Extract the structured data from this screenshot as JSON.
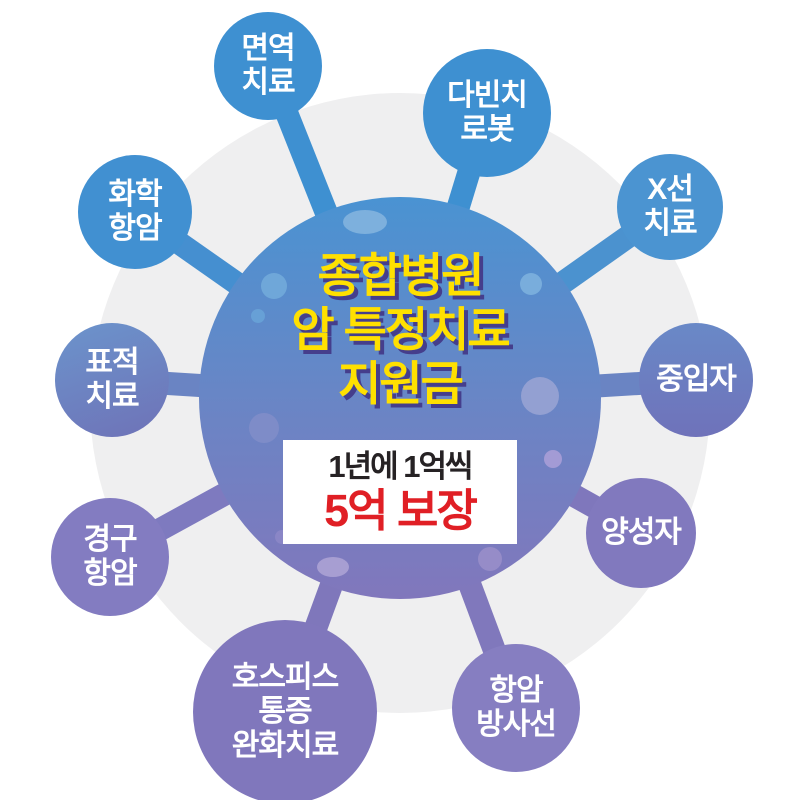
{
  "title": {
    "lines": [
      "종합병원",
      "암 특정치료",
      "지원금"
    ]
  },
  "benefit_box": {
    "line1": "1년에 1억씩",
    "line2": "5억 보장"
  },
  "satellites": [
    {
      "id": "immune-therapy",
      "lines": [
        "면역",
        "치료"
      ]
    },
    {
      "id": "davinci-robot",
      "lines": [
        "다빈치",
        "로봇"
      ]
    },
    {
      "id": "xray-therapy",
      "lines": [
        "X선",
        "치료"
      ]
    },
    {
      "id": "heavy-ion",
      "lines": [
        "중입자"
      ]
    },
    {
      "id": "proton",
      "lines": [
        "양성자"
      ]
    },
    {
      "id": "cancer-radiation",
      "lines": [
        "항암",
        "방사선"
      ]
    },
    {
      "id": "hospice-palliative",
      "lines": [
        "호스피스",
        "통증",
        "완화치료"
      ]
    },
    {
      "id": "oral-chemo",
      "lines": [
        "경구",
        "항암"
      ]
    },
    {
      "id": "targeted-therapy",
      "lines": [
        "표적",
        "치료"
      ]
    },
    {
      "id": "chemo",
      "lines": [
        "화학",
        "항암"
      ]
    }
  ],
  "colors": {
    "title_yellow": "#FFE000",
    "title_shadow": "#453E8C",
    "benefit_dark": "#262224",
    "benefit_red": "#E01F25",
    "satellite_blue": "#3E90D1",
    "satellite_purple": "#8078BC",
    "satellite_slate": "#6A84C3",
    "center_top": "#4A93D2",
    "center_bottom": "#8177BC",
    "background_ring": "#EFEFF0"
  }
}
